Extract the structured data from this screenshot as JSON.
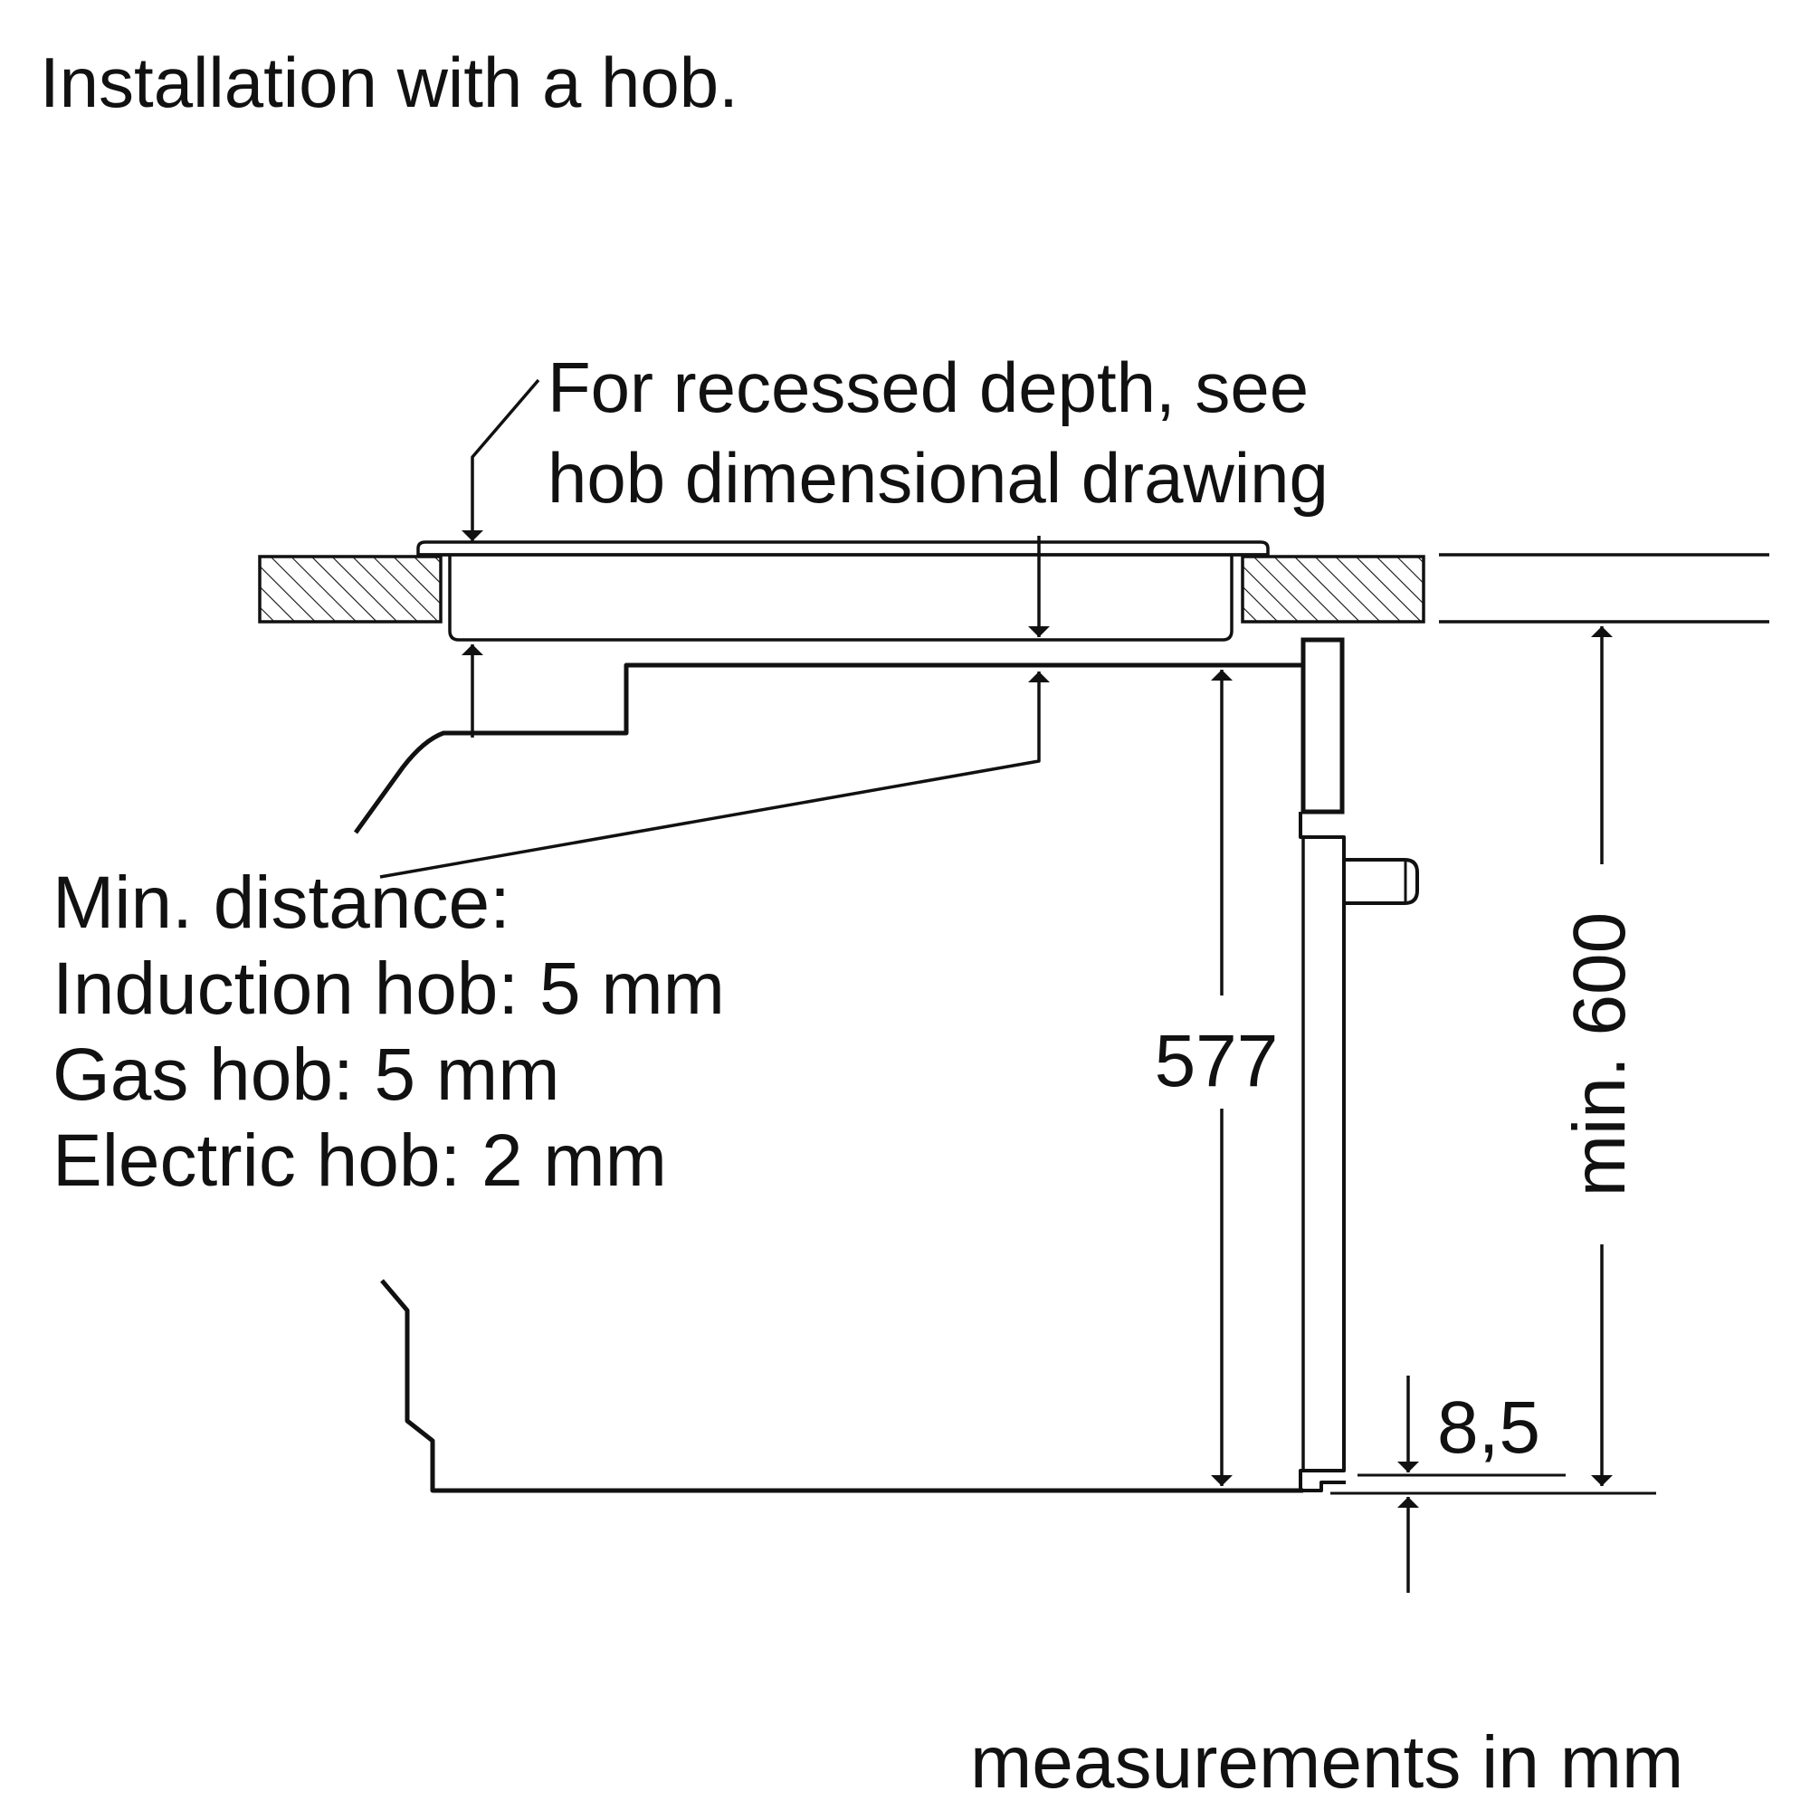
{
  "title": "Installation with a hob.",
  "callout_recess": {
    "line1": "For recessed depth, see",
    "line2": "hob dimensional drawing"
  },
  "min_distance": {
    "heading": "Min. distance:",
    "lines": [
      "Induction hob: 5 mm",
      "Gas hob: 5 mm",
      "Electric hob: 2 mm"
    ]
  },
  "dimensions": {
    "height": "577",
    "cutout_height": "min. 600",
    "offset": "8,5"
  },
  "units_note": "measurements in mm"
}
